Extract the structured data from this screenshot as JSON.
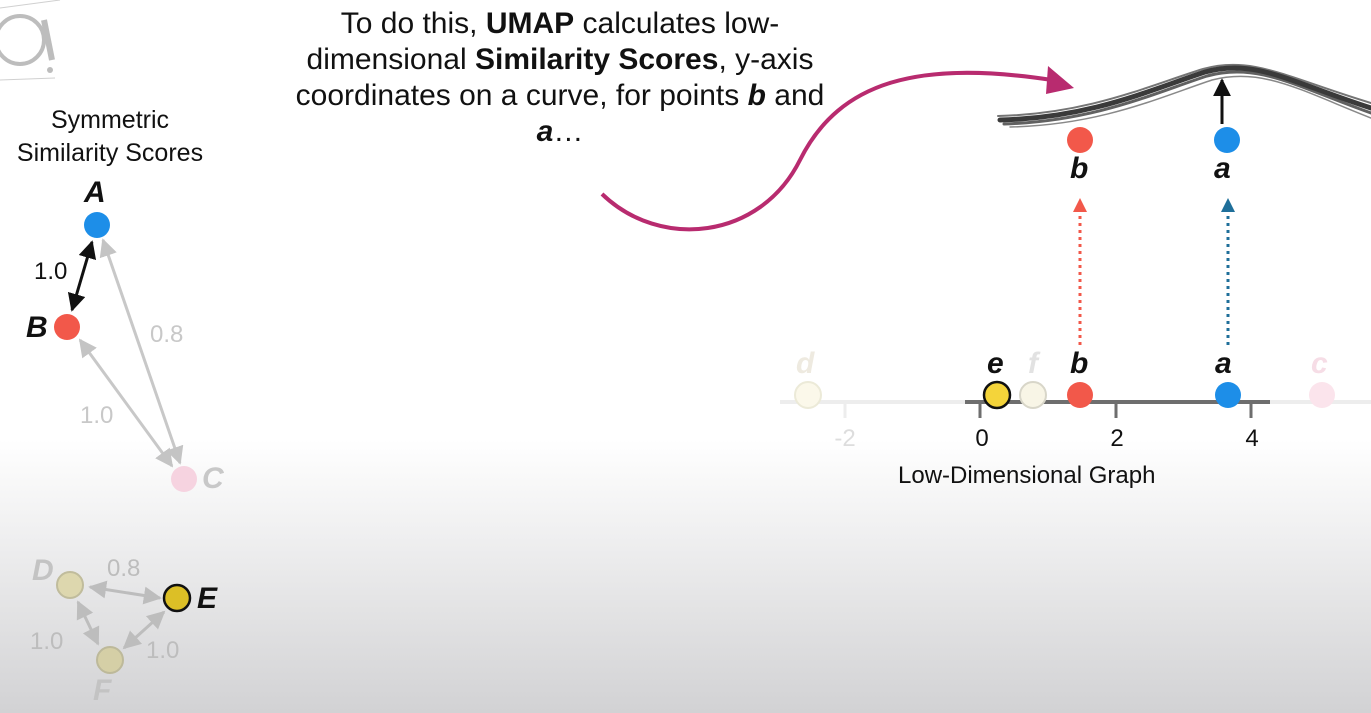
{
  "caption": {
    "t1": "To do this, ",
    "b1": "UMAP",
    "t2": " calculates low-dimensional ",
    "b2": "Similarity Scores",
    "t3": ", y-axis coordinates on a curve, for points ",
    "i1": "b",
    "t4": " and ",
    "i2": "a",
    "t5": "…"
  },
  "left_panel": {
    "title_line1": "Symmetric",
    "title_line2": "Similarity Scores",
    "nodes": {
      "A": "A",
      "B": "B",
      "C": "C",
      "D": "D",
      "E": "E",
      "F": "F"
    },
    "scores": {
      "AB": "1.0",
      "AC": "0.8",
      "BC": "1.0",
      "DE": "0.8",
      "DF": "1.0",
      "EF": "1.0"
    }
  },
  "graph": {
    "xlabel": "Low-Dimensional Graph",
    "ticks": [
      "-2",
      "0",
      "2",
      "4"
    ],
    "points": {
      "d": "d",
      "e": "e",
      "f": "f",
      "b": "b",
      "a": "a",
      "c": "c"
    },
    "curve_points": {
      "b": "b",
      "a": "a"
    }
  },
  "colors": {
    "blue": "#1d8ee8",
    "red": "#f2584a",
    "yellow": "#f4d43a",
    "magenta": "#b82b6f",
    "axis": "#6e6e6e"
  }
}
